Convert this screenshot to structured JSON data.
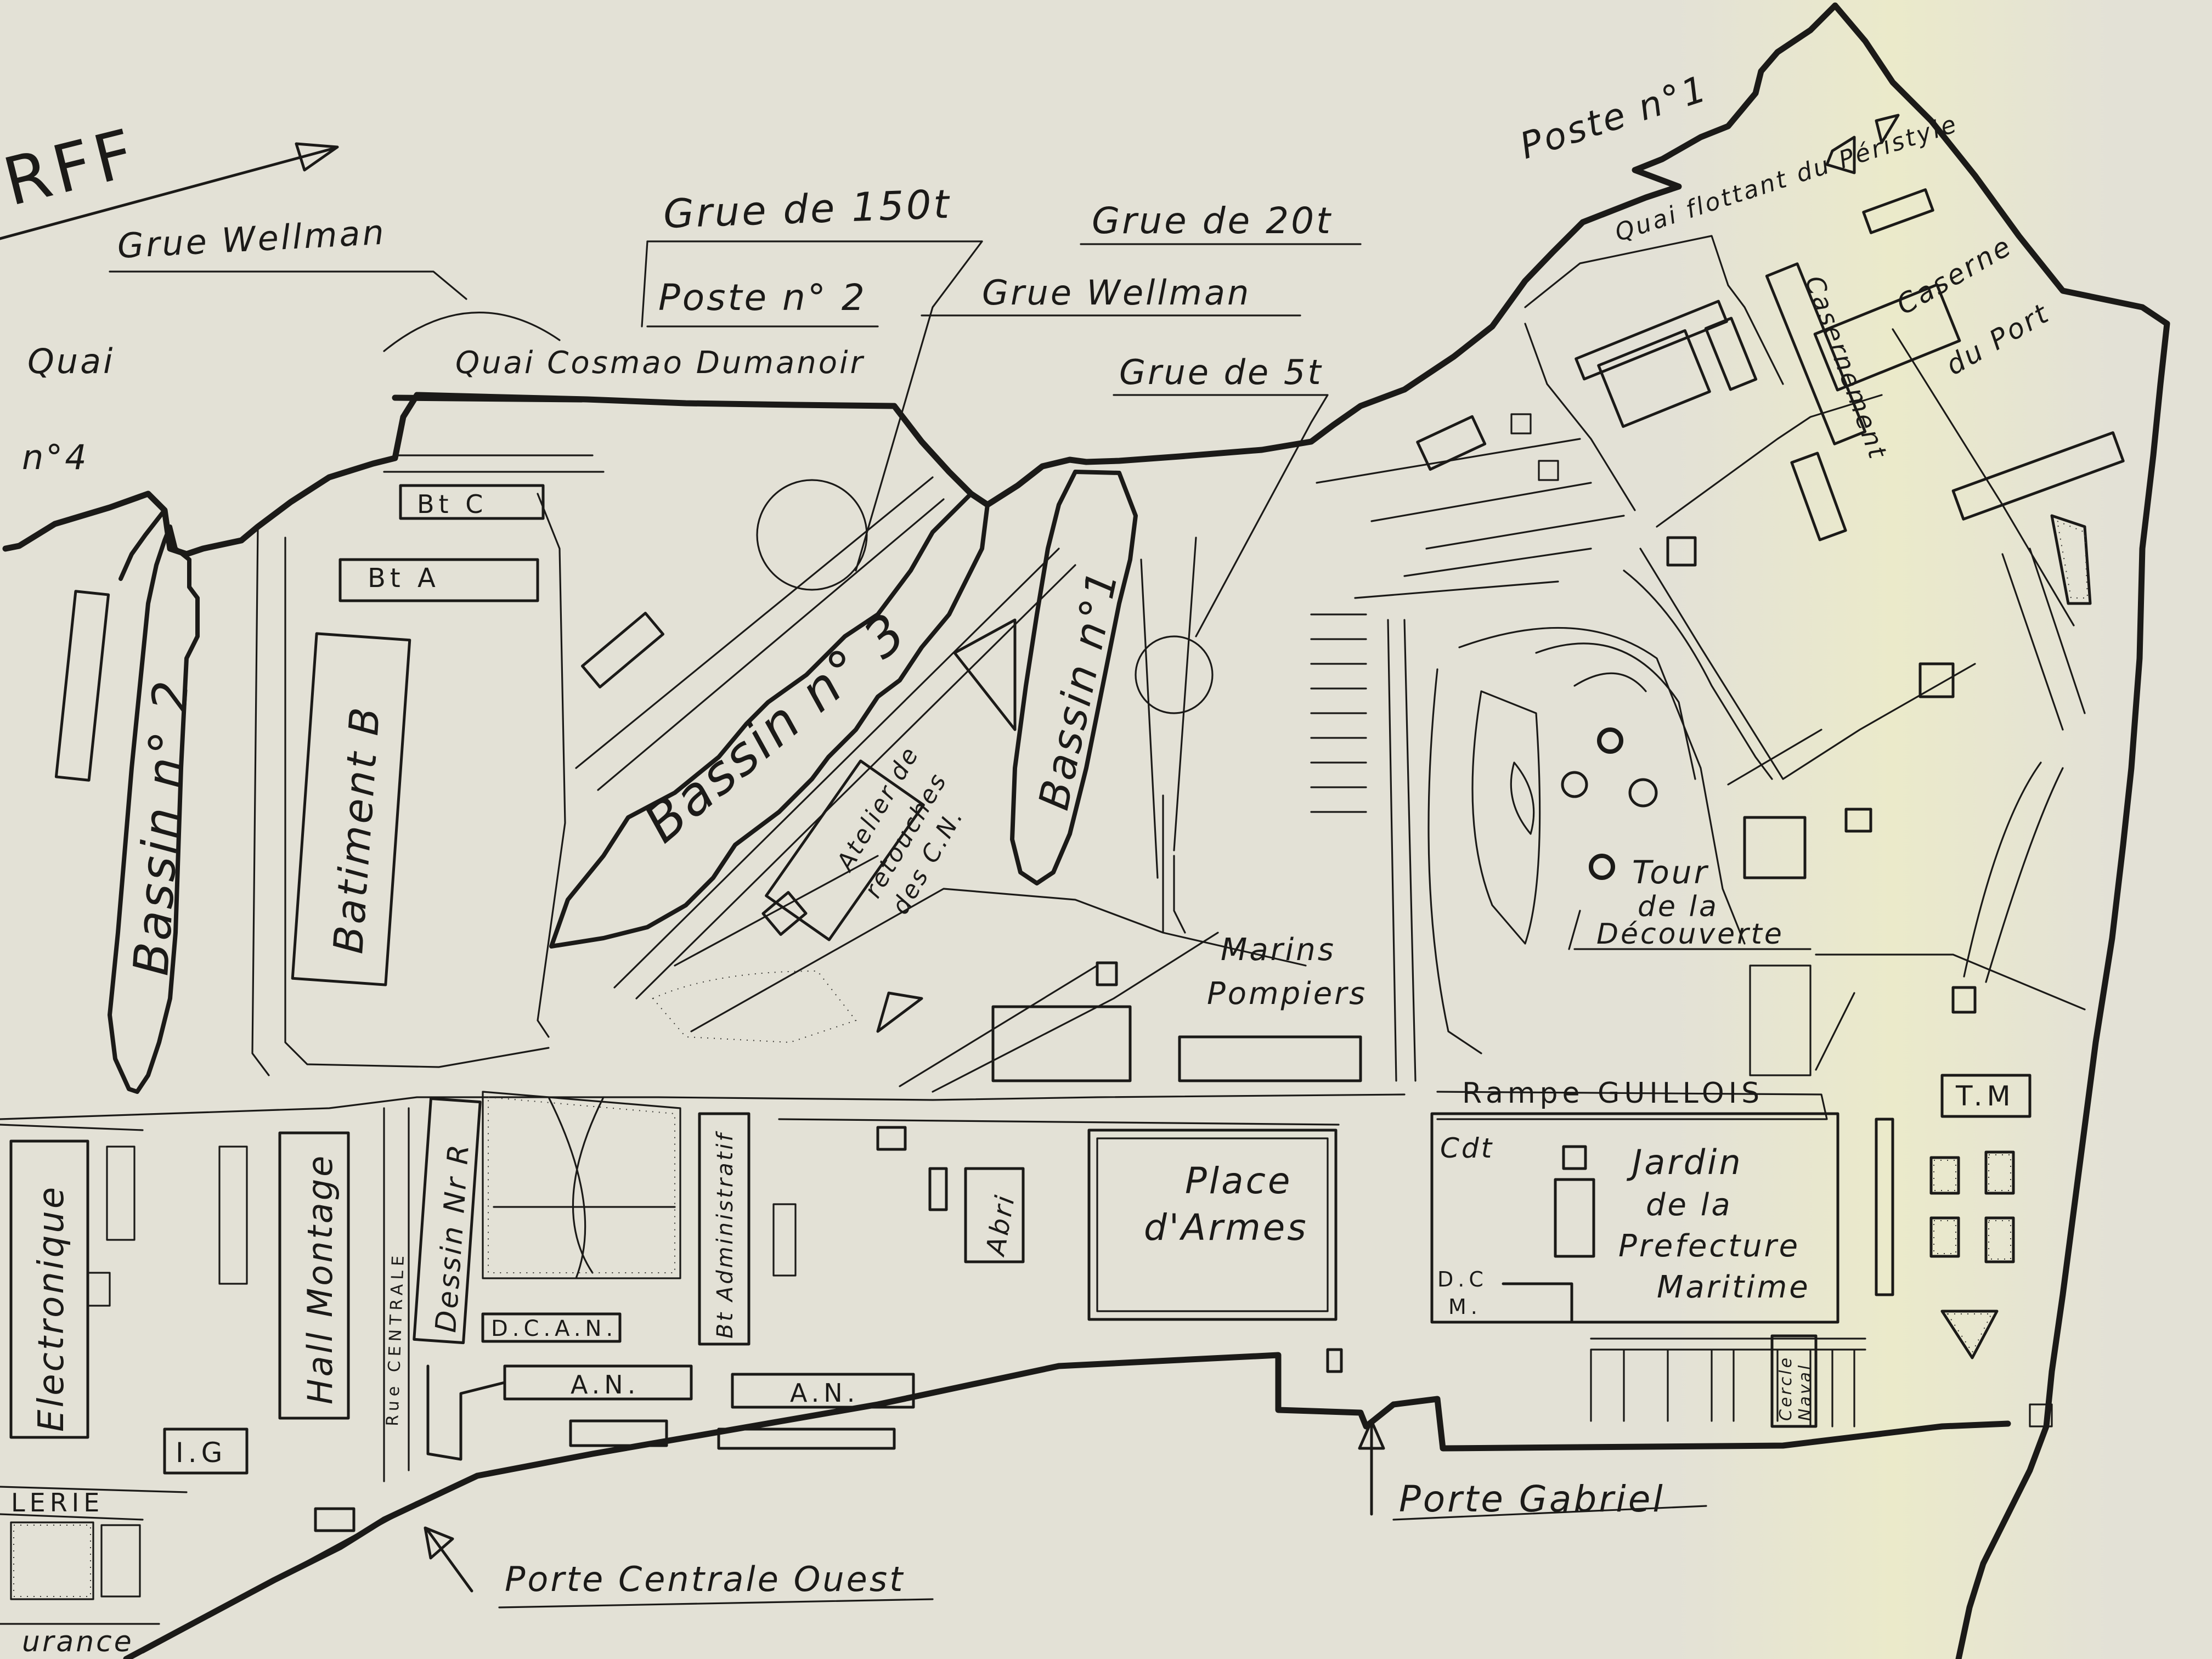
{
  "colors": {
    "paper": "#e3e1d6",
    "ink": "#1b1a18",
    "fold_highlight": "#ecebc9"
  },
  "labels": {
    "rff": "RFF",
    "quai": "Quai",
    "quai_no4": "n°4",
    "grue_wellman_left": "Grue Wellman",
    "grue_150t": "Grue de 150t",
    "poste_2": "Poste n° 2",
    "quai_cosmao": "Quai Cosmao Dumanoir",
    "grue_wellman_right": "Grue Wellman",
    "grue_20t": "Grue de 20t",
    "grue_5t": "Grue de 5t",
    "poste_1": "Poste n°1",
    "quai_flottant": "Quai flottant du Péristyle",
    "casernement": "Casernement",
    "caserne": "Caserne",
    "du_port": "du Port",
    "bt_c": "Bt C",
    "bt_a": "Bt A",
    "bassin_3": "Bassin n° 3",
    "bassin_2": "Bassin n° 2",
    "bassin_1": "Bassin n°1",
    "batiment_b": "Batiment B",
    "atelier_1": "Atelier de",
    "atelier_2": "retouches",
    "atelier_3": "des C.N.",
    "tour_1": "Tour",
    "tour_2": "de la",
    "tour_3": "Découverte",
    "marins_1": "Marins",
    "marins_2": "Pompiers",
    "rampe": "Rampe GUILLOIS",
    "tm": "T.M",
    "electronique": "Electronique",
    "hall_montage": "Hall Montage",
    "rue_centrale": "Rue CENTRALE",
    "dessin": "Dessin Nr R",
    "bt_admin": "Bt Administratif",
    "dcan": "D.C.A.N.",
    "an_left": "A.N.",
    "an_right": "A.N.",
    "ig": "I.G",
    "abri": "Abri",
    "place_1": "Place",
    "place_2": "d'Armes",
    "cdt": "Cdt",
    "jardin_1": "Jardin",
    "jardin_2": "de la",
    "jardin_3": "Prefecture",
    "jardin_4": "Maritime",
    "dcm_1": "D.C",
    "dcm_2": "M.",
    "cercle_1": "Cercle",
    "cercle_2": "Naval",
    "porte_gabriel": "Porte Gabriel",
    "porte_centrale": "Porte Centrale Ouest",
    "lerie": "LERIE",
    "rance": "urance"
  }
}
